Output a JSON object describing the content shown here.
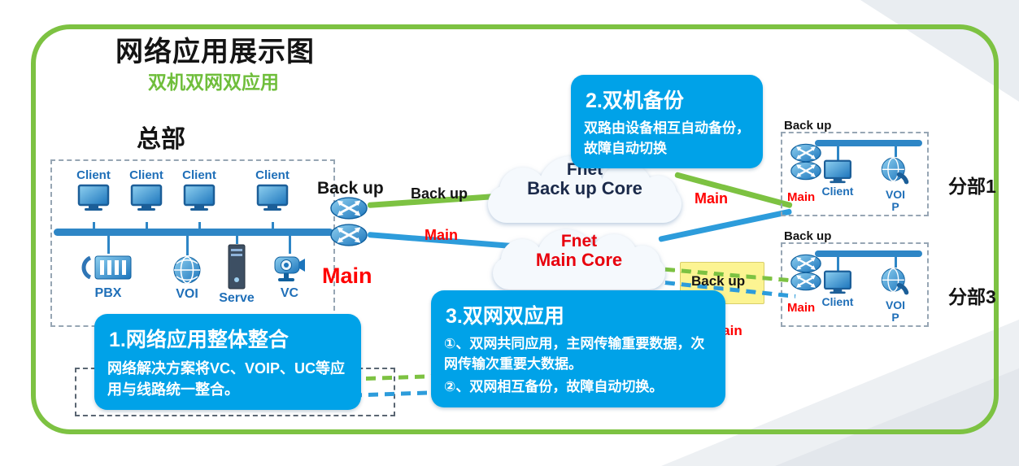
{
  "colors": {
    "frame_green": "#7DC242",
    "callout_blue": "#00A2E8",
    "line_blue": "#2D9CDB",
    "line_green": "#7DC242",
    "alert_red": "#FF0000",
    "label_blue": "#1F6FB8",
    "cloud_text_dark": "#1B2A4A",
    "highlight_yellow": "#FCF38C"
  },
  "header": {
    "title": "网络应用展示图",
    "subtitle": "双机双网双应用"
  },
  "headquarters": {
    "label": "总部",
    "client_label": "Client",
    "devices": {
      "pbx": "PBX",
      "voip": "VOI",
      "server": "Serve",
      "vc": "VC"
    },
    "router_backup_label": "Back up",
    "router_main_label": "Main"
  },
  "links": {
    "backup_label": "Back up",
    "main_label": "Main"
  },
  "clouds": {
    "backup": {
      "name": "Fnet",
      "role": "Back up Core"
    },
    "main": {
      "name": "Fnet",
      "role": "Main Core"
    }
  },
  "branches": {
    "b1": {
      "name": "分部1",
      "backup_label": "Back up",
      "main_label": "Main",
      "client_label": "Client",
      "voip_label": "VOIP"
    },
    "b3": {
      "name": "分部3",
      "backup_label": "Back up",
      "main_label": "Main",
      "client_label": "Client",
      "voip_label": "VOIP"
    }
  },
  "callouts": {
    "c1": {
      "title": "1.网络应用整体整合",
      "body": "网络解决方案将VC、VOIP、UC等应用与线路统一整合。"
    },
    "c2": {
      "title": "2.双机备份",
      "body": "双路由设备相互自动备份，故障自动切换"
    },
    "c3": {
      "title": "3.双网双应用",
      "body1": "①、双网共同应用，主网传输重要数据，次网传输次重要大数据。",
      "body2": "②、双网相互备份，故障自动切换。"
    }
  }
}
